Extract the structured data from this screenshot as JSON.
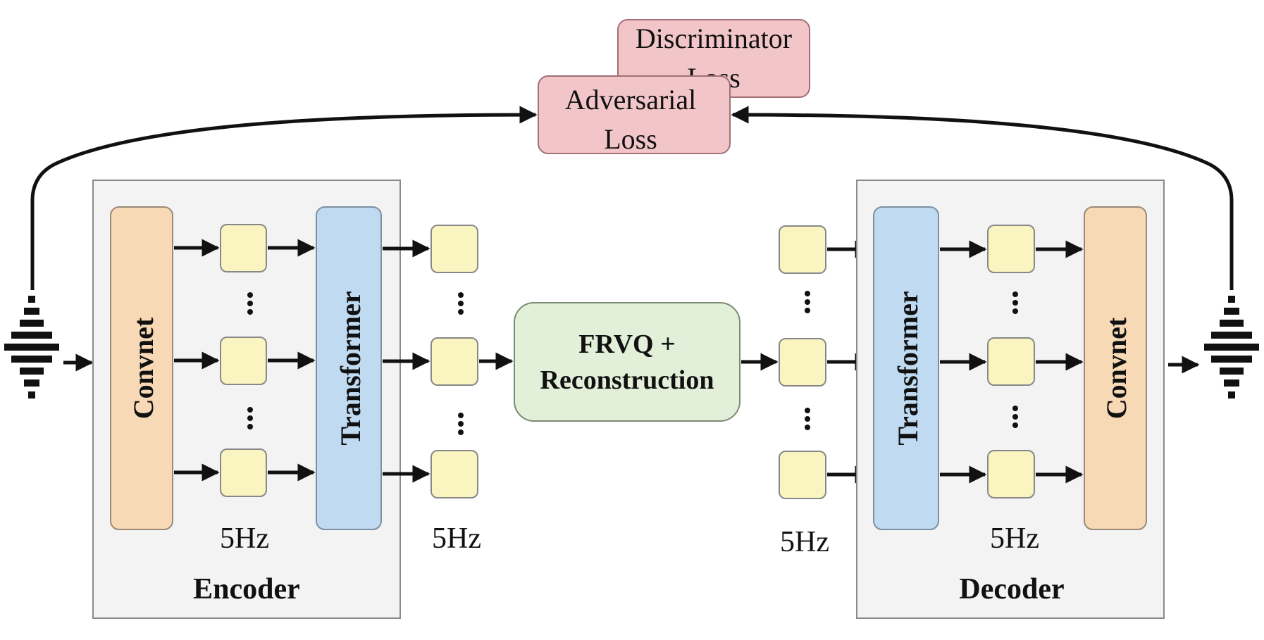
{
  "losses": {
    "discriminator": [
      "Discriminator",
      "Loss"
    ],
    "adversarial": [
      "Adversarial",
      "Loss"
    ]
  },
  "encoder": {
    "title": "Encoder",
    "convnet_label": "Convnet",
    "transformer_label": "Transformer",
    "inner_rate": "5Hz",
    "output_rate": "5Hz"
  },
  "quantizer": {
    "label": [
      "FRVQ +",
      "Reconstruction"
    ]
  },
  "decoder": {
    "title": "Decoder",
    "convnet_label": "Convnet",
    "transformer_label": "Transformer",
    "inner_rate": "5Hz",
    "input_rate": "5Hz"
  },
  "colors": {
    "loss_fill": "#f2c6c9",
    "loss_stroke": "#a07076",
    "convnet_fill": "#f8d9b6",
    "transformer_fill": "#bfdaf1",
    "token_fill": "#faf5c0",
    "quantizer_fill": "#e2efd9",
    "panel_fill": "#f3f3f3"
  }
}
